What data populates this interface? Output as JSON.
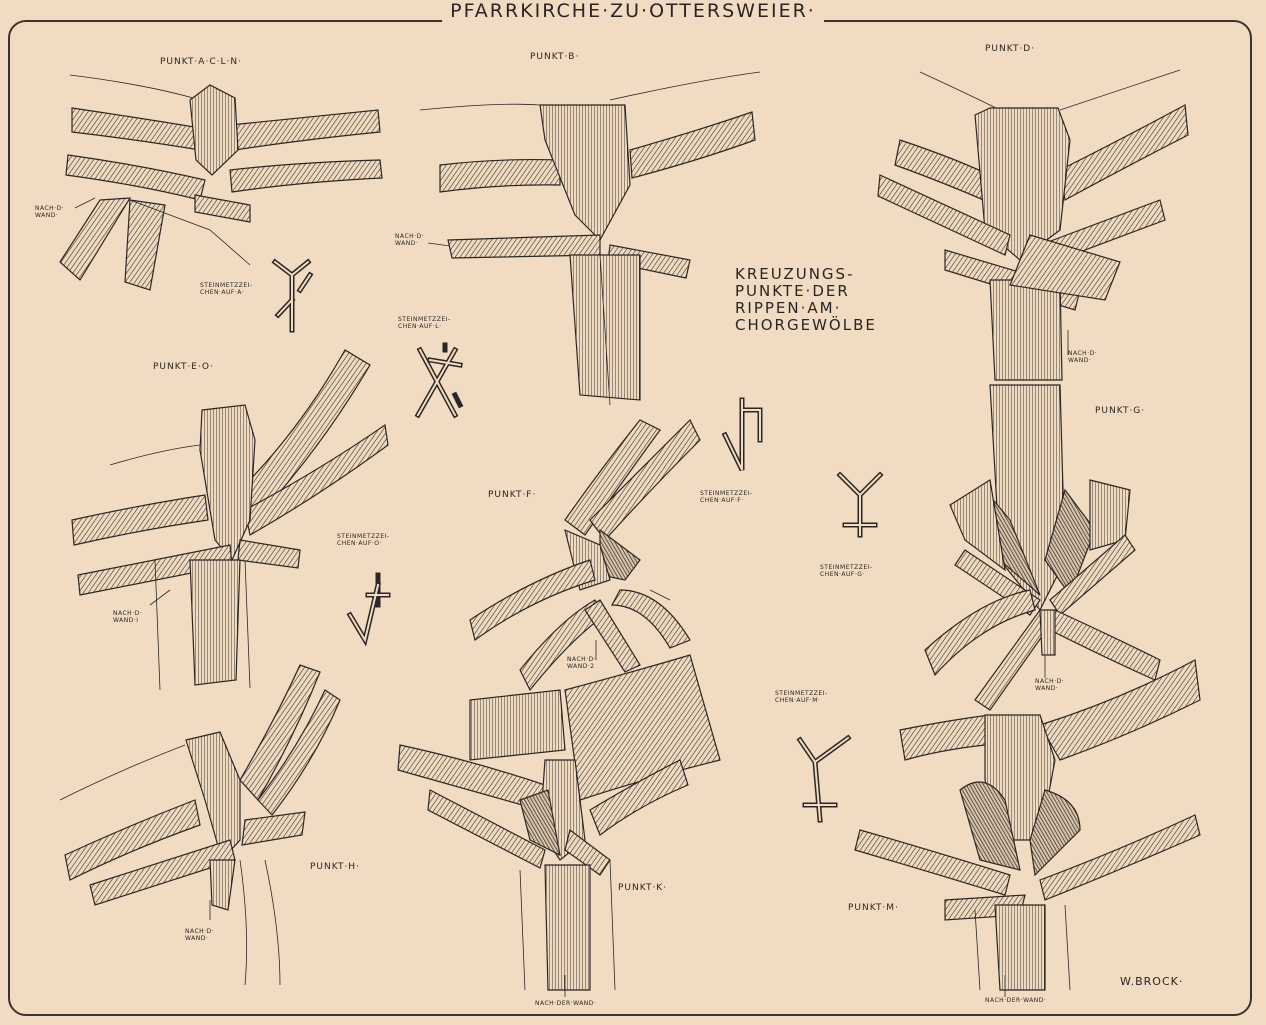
{
  "title": "PFARRKIRCHE·ZU·OTTERSWEIER·",
  "heading": {
    "lines": [
      "KREUZUNGS-",
      "PUNKTE·DER",
      "RIPPEN·AM·",
      "CHORGEWÖLBE"
    ]
  },
  "labels": {
    "punkt_acln": "PUNKT·A·C·L·N·",
    "punkt_b": "PUNKT·B·",
    "punkt_d": "PUNKT·D·",
    "punkt_eo": "PUNKT·E·O·",
    "punkt_f": "PUNKT·F·",
    "punkt_g": "PUNKT·G·",
    "punkt_h": "PUNKT·H·",
    "punkt_k": "PUNKT·K·",
    "punkt_m": "PUNKT·M·"
  },
  "notes": {
    "nach_wand_1": "NACH·D· WAND·",
    "nach_wand_2": "NACH·D· WAND·",
    "nach_wand_3": "NACH·D· WAND·",
    "nach_wand_4": "NACH·D· WAND·I",
    "nach_wand_5": "NACH·D· WAND·2",
    "nach_wand_6": "NACH·D· WAND·",
    "nach_wand_7": "NACH·D· WAND·",
    "nach_der_wand_1": "NACH·DER·WAND·",
    "nach_der_wand_2": "NACH·DER·WAND·",
    "stein_a": "STEINMETZZEI- CHEN·AUF·A·",
    "stein_l": "STEINMETZZEI- CHEN·AUF·L·",
    "stein_o": "STEINMETZZEI- CHEN·AUF·O·",
    "stein_f": "STEINMETZZEI- CHEN·AUF·F·",
    "stein_g": "STEINMETZZEI- CHEN·AUF·G·",
    "stein_m": "STEINMETZZEI- CHEN·AUF·M·"
  },
  "signature": "W.BROCK·",
  "colors": {
    "paper": "#f1dcc3",
    "ink": "#2b2724"
  }
}
